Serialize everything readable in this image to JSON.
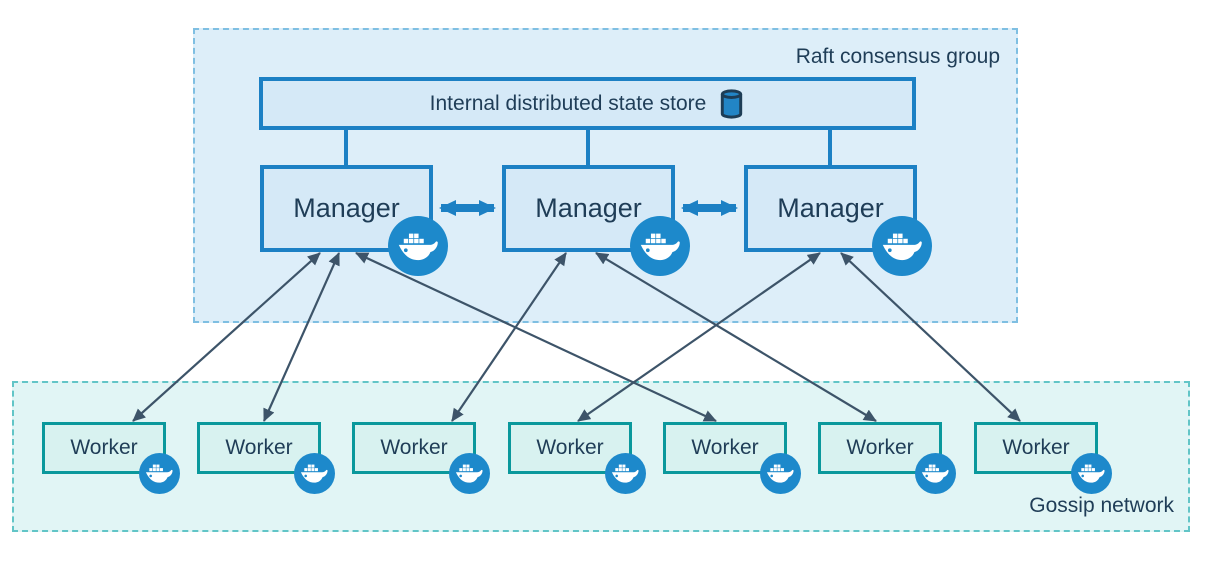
{
  "raft_group": {
    "label": "Raft consensus group",
    "state_store": {
      "label": "Internal distributed state store",
      "icon": "database-cylinder-icon"
    },
    "managers": [
      {
        "id": "manager-1",
        "label": "Manager",
        "badge_icon": "docker-whale-icon"
      },
      {
        "id": "manager-2",
        "label": "Manager",
        "badge_icon": "docker-whale-icon"
      },
      {
        "id": "manager-3",
        "label": "Manager",
        "badge_icon": "docker-whale-icon"
      }
    ],
    "manager_links": [
      {
        "from": "manager-1",
        "to": "manager-2",
        "style": "thick-bidirectional-arrow"
      },
      {
        "from": "manager-2",
        "to": "manager-3",
        "style": "thick-bidirectional-arrow"
      }
    ]
  },
  "gossip_network": {
    "label": "Gossip network",
    "workers": [
      {
        "id": "worker-1",
        "label": "Worker",
        "badge_icon": "docker-whale-icon"
      },
      {
        "id": "worker-2",
        "label": "Worker",
        "badge_icon": "docker-whale-icon"
      },
      {
        "id": "worker-3",
        "label": "Worker",
        "badge_icon": "docker-whale-icon"
      },
      {
        "id": "worker-4",
        "label": "Worker",
        "badge_icon": "docker-whale-icon"
      },
      {
        "id": "worker-5",
        "label": "Worker",
        "badge_icon": "docker-whale-icon"
      },
      {
        "id": "worker-6",
        "label": "Worker",
        "badge_icon": "docker-whale-icon"
      },
      {
        "id": "worker-7",
        "label": "Worker",
        "badge_icon": "docker-whale-icon"
      }
    ]
  },
  "edges": [
    {
      "from": "manager-1",
      "to": "worker-1",
      "style": "thin-bidirectional-arrow"
    },
    {
      "from": "manager-1",
      "to": "worker-2",
      "style": "thin-bidirectional-arrow"
    },
    {
      "from": "manager-1",
      "to": "worker-5",
      "style": "thin-bidirectional-arrow"
    },
    {
      "from": "manager-2",
      "to": "worker-3",
      "style": "thin-bidirectional-arrow"
    },
    {
      "from": "manager-2",
      "to": "worker-6",
      "style": "thin-bidirectional-arrow"
    },
    {
      "from": "manager-3",
      "to": "worker-4",
      "style": "thin-bidirectional-arrow"
    },
    {
      "from": "manager-3",
      "to": "worker-7",
      "style": "thin-bidirectional-arrow"
    }
  ],
  "colors": {
    "raft_fill": "#ddeef9",
    "raft_border": "#7fbfe2",
    "node_blue_fill": "#d5e9f7",
    "node_blue_border": "#1c80c4",
    "gossip_fill": "#e1f5f5",
    "gossip_border": "#62c5c7",
    "worker_fill": "#d8f2f0",
    "worker_border": "#0a989c",
    "docker_badge": "#1d89cb",
    "text": "#1f3d57",
    "thin_arrow": "#3d5469",
    "thick_arrow": "#1c80c4",
    "cylinder_fill": "#2285c6",
    "cylinder_stroke": "#1d3d56"
  }
}
